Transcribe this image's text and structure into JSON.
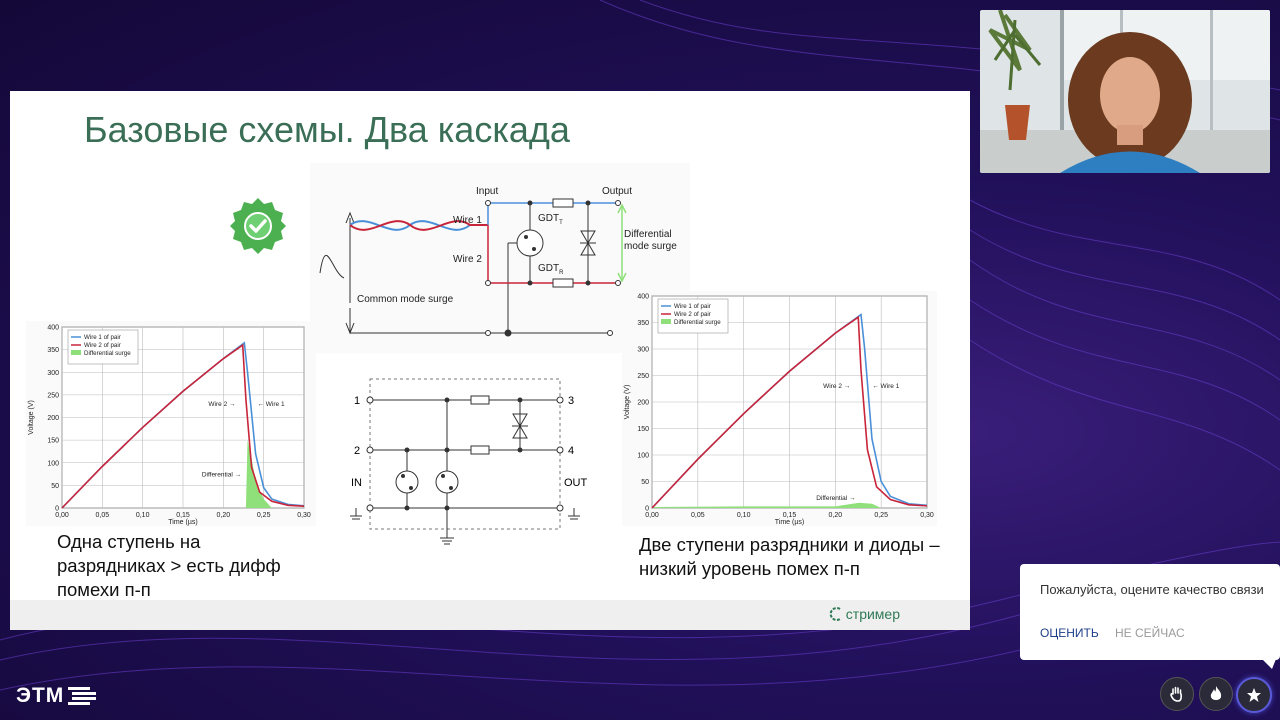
{
  "slide": {
    "title": "Базовые схемы. Два каскада",
    "brand": "стример",
    "caption_left": "Одна ступень на разрядниках > есть дифф помехи п-п",
    "caption_right": "Две ступени разрядники и диоды – низкий уровень помех п-п"
  },
  "circuit_top": {
    "input": "Input",
    "output": "Output",
    "wire1": "Wire 1",
    "wire2": "Wire 2",
    "gdt_t": "GDT",
    "gdt_t_sub": "T",
    "gdt_r": "GDT",
    "gdt_r_sub": "R",
    "diff_line1": "Differential",
    "diff_line2": "mode surge",
    "common": "Common mode surge"
  },
  "circuit_bottom": {
    "pin1": "1",
    "pin2": "2",
    "pin3": "3",
    "pin4": "4",
    "in": "IN",
    "out": "OUT"
  },
  "chart_data": [
    {
      "type": "line",
      "xlabel": "Time (µs)",
      "ylabel": "Voltage (V)",
      "xlim": [
        0,
        0.3
      ],
      "ylim": [
        0,
        400
      ],
      "x_ticks": [
        "0,00",
        "0,05",
        "0,10",
        "0,15",
        "0,20",
        "0,25",
        "0,30"
      ],
      "y_ticks": [
        "0",
        "50",
        "100",
        "150",
        "200",
        "250",
        "300",
        "350",
        "400"
      ],
      "series": [
        {
          "name": "Wire 1 of pair",
          "color": "#4a90d9",
          "x": [
            0,
            0.05,
            0.1,
            0.15,
            0.2,
            0.226,
            0.23,
            0.24,
            0.25,
            0.26,
            0.28,
            0.3
          ],
          "y": [
            0,
            92,
            178,
            258,
            330,
            365,
            300,
            120,
            45,
            20,
            8,
            5
          ]
        },
        {
          "name": "Wire 2 of pair",
          "color": "#c8243a",
          "x": [
            0,
            0.05,
            0.1,
            0.15,
            0.2,
            0.224,
            0.228,
            0.235,
            0.245,
            0.26,
            0.28,
            0.3
          ],
          "y": [
            0,
            92,
            178,
            258,
            330,
            360,
            240,
            90,
            35,
            15,
            6,
            4
          ]
        },
        {
          "name": "Differential surge",
          "color": "#8fe07a",
          "type": "area",
          "x": [
            0.228,
            0.23,
            0.235,
            0.24,
            0.25,
            0.26
          ],
          "y": [
            0,
            150,
            110,
            60,
            20,
            0
          ]
        }
      ],
      "annotations": [
        "Wire 2",
        "Wire 1",
        "Differential"
      ],
      "legend": "top-left",
      "grid": true
    },
    {
      "type": "line",
      "xlabel": "Time (µs)",
      "ylabel": "Voltage (V)",
      "xlim": [
        0,
        0.3
      ],
      "ylim": [
        0,
        400
      ],
      "x_ticks": [
        "0,00",
        "0,05",
        "0,10",
        "0,15",
        "0,20",
        "0,25",
        "0,30"
      ],
      "y_ticks": [
        "0",
        "50",
        "100",
        "150",
        "200",
        "250",
        "300",
        "350",
        "400"
      ],
      "series": [
        {
          "name": "Wire 1 of pair",
          "color": "#4a90d9",
          "x": [
            0,
            0.05,
            0.1,
            0.15,
            0.2,
            0.228,
            0.232,
            0.24,
            0.25,
            0.26,
            0.28,
            0.3
          ],
          "y": [
            0,
            92,
            178,
            258,
            330,
            365,
            300,
            130,
            50,
            22,
            8,
            5
          ]
        },
        {
          "name": "Wire 2 of pair",
          "color": "#c8243a",
          "x": [
            0,
            0.05,
            0.1,
            0.15,
            0.2,
            0.225,
            0.228,
            0.235,
            0.245,
            0.26,
            0.28,
            0.3
          ],
          "y": [
            0,
            92,
            178,
            258,
            330,
            360,
            260,
            110,
            40,
            16,
            6,
            4
          ]
        },
        {
          "name": "Differential surge",
          "color": "#8fe07a",
          "type": "area",
          "x": [
            0,
            0.1,
            0.2,
            0.226,
            0.24,
            0.25
          ],
          "y": [
            2,
            3,
            3,
            10,
            8,
            0
          ]
        }
      ],
      "annotations": [
        "Wire 2",
        "Wire 1",
        "Differential"
      ],
      "legend": "top-left",
      "grid": true
    }
  ],
  "toast": {
    "message": "Пожалуйста, оцените качество связи",
    "rate_label": "ОЦЕНИТЬ",
    "later_label": "НЕ СЕЙЧАС"
  },
  "logo": "ЭТМ",
  "icons": {
    "hand": "hand-icon",
    "fire": "fire-icon",
    "star": "star-icon"
  },
  "colors": {
    "title": "#3b6e56",
    "background": "#1a0d4a",
    "badge": "#4caf50",
    "wire1": "#4a90d9",
    "wire2": "#c8243a",
    "diff": "#8fe07a"
  }
}
